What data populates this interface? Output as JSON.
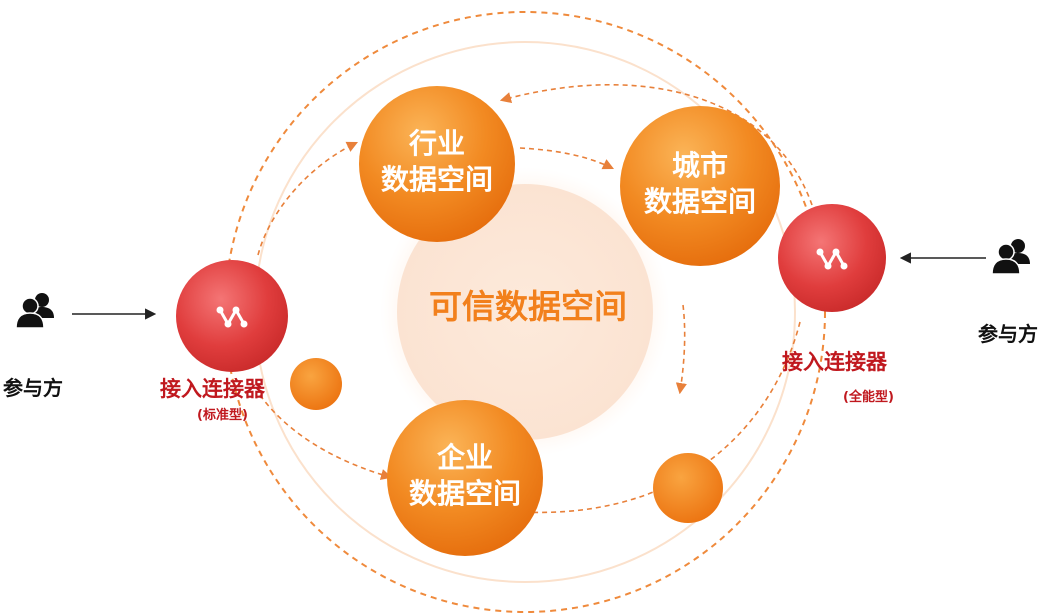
{
  "center": {
    "label": "可信数据空间"
  },
  "spaces": {
    "industry": {
      "line1": "行业",
      "line2": "数据空间"
    },
    "city": {
      "line1": "城市",
      "line2": "数据空间"
    },
    "enterprise": {
      "line1": "企业",
      "line2": "数据空间"
    }
  },
  "connectors": {
    "left": {
      "title": "接入连接器",
      "type": "(标准型)"
    },
    "right": {
      "title": "接入连接器",
      "type": "(全能型)"
    }
  },
  "parties": {
    "left": {
      "label": "参与方"
    },
    "right": {
      "label": "参与方"
    }
  },
  "icons": {
    "party": "users-icon",
    "connector": "connector-node-icon"
  },
  "colors": {
    "orange": "#f07d1a",
    "orange_light": "#f9a948",
    "red": "#e03a3a",
    "connector_text": "#c0181e",
    "center_text": "#f2801c"
  }
}
